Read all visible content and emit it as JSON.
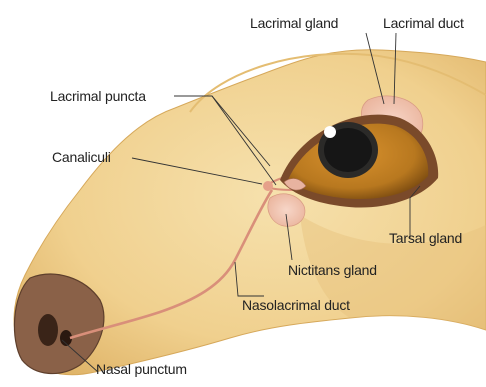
{
  "labels": {
    "lacrimal_gland": "Lacrimal gland",
    "lacrimal_duct": "Lacrimal duct",
    "lacrimal_puncta": "Lacrimal puncta",
    "canaliculi": "Canaliculi",
    "tarsal_gland": "Tarsal gland",
    "nictitans_gland": "Nictitans gland",
    "nasolacrimal_duct": "Nasolacrimal duct",
    "nasal_punctum": "Nasal punctum"
  },
  "colors": {
    "skin": "#f2d595",
    "skin_shadow": "#e2b86a",
    "nose": "#8a6148",
    "iris": "#b8791f",
    "pupil": "#161616",
    "gland": "#f2c7b5",
    "duct": "#d98f7a",
    "leader": "#333333"
  }
}
